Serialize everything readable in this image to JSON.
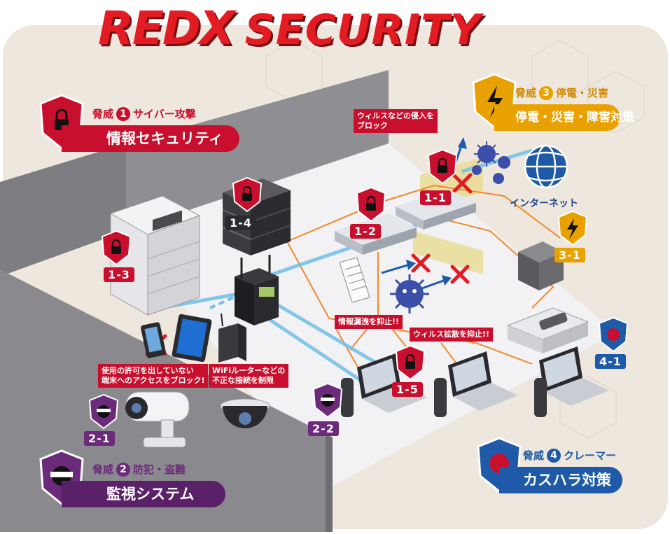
{
  "brand": {
    "red": "REDX",
    "security": "SECURITY"
  },
  "threats": {
    "t1": {
      "prefix": "脅威",
      "num": "1",
      "name": "サイバー攻撃",
      "title": "情報セキュリティ"
    },
    "t2": {
      "prefix": "脅威",
      "num": "2",
      "name": "防犯・盗難",
      "title": "監視システム"
    },
    "t3": {
      "prefix": "脅威",
      "num": "3",
      "name": "停電・災害",
      "title": "停電・災害・障害対策"
    },
    "t4": {
      "prefix": "脅威",
      "num": "4",
      "name": "クレーマー",
      "title": "カスハラ対策"
    }
  },
  "labels": {
    "l11": "1-1",
    "l12": "1-2",
    "l13": "1-3",
    "l14": "1-4",
    "l15": "1-5",
    "l21": "2-1",
    "l22": "2-2",
    "l31": "3-1",
    "l41": "4-1"
  },
  "callouts": {
    "virus_block": [
      "ウィルスなどの侵入を",
      "ブロック"
    ],
    "leak": "情報漏洩を抑止!!",
    "spread": "ウィルス拡散を抑止!!",
    "unauthorized": [
      "使用の許可を出していない",
      "端末へのアクセスをブロック!"
    ],
    "wifi": [
      "WiFiルーターなどの",
      "不正な接続を制限"
    ]
  },
  "internet_label": "インターネット",
  "colors": {
    "red": "#c8102e",
    "purple": "#6b2a7a",
    "gold": "#e9a100",
    "blue": "#1e5aa8"
  }
}
